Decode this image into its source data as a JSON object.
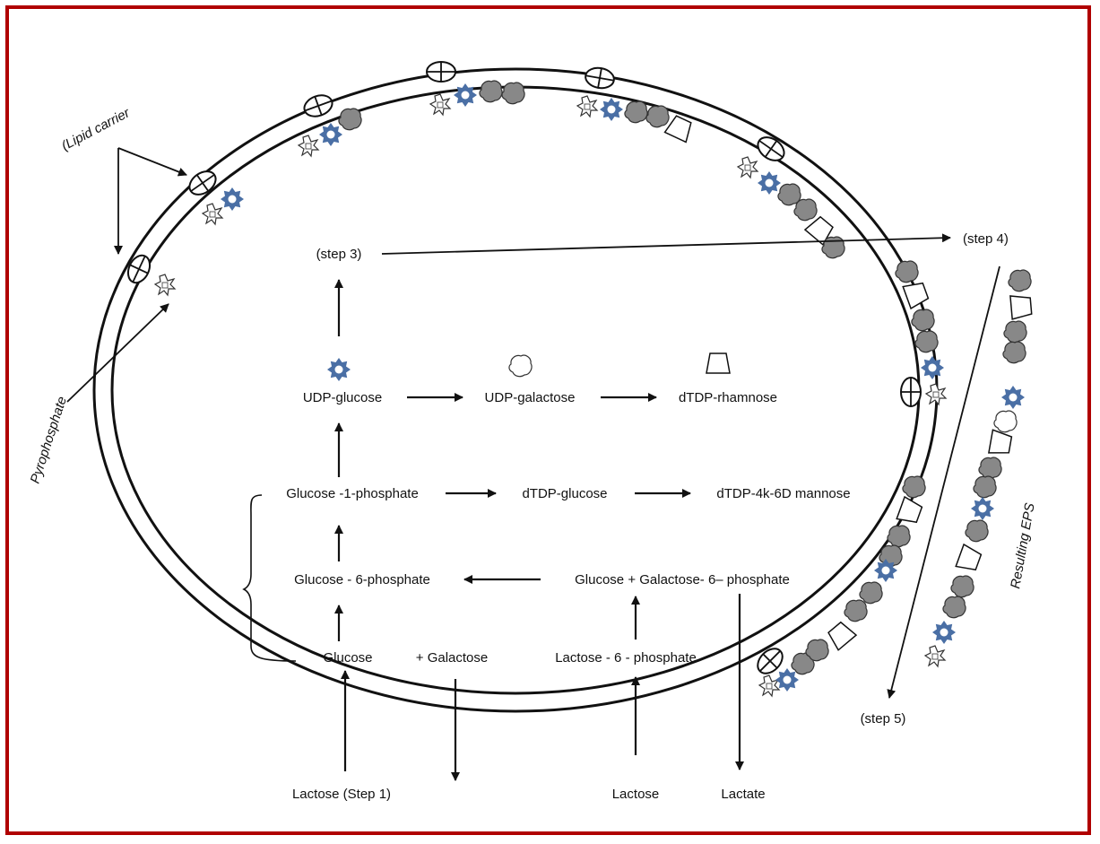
{
  "labels": {
    "lipid_carrier": "(Lipid carrier",
    "pyrophosphate": "Pyrophosphate",
    "step3": "(step 3)",
    "step4": "(step 4)",
    "step5": "(step 5)",
    "resulting_eps": "Resulting EPS",
    "udp_glucose": "UDP-glucose",
    "udp_galactose": "UDP-galactose",
    "dtdp_rhamnose": "dTDP-rhamnose",
    "glucose_1_phosphate": "Glucose -1-phosphate",
    "dtdp_glucose": "dTDP-glucose",
    "dtdp_4k6d_mannose": "dTDP-4k-6D mannose",
    "glucose_6_phosphate": "Glucose - 6-phosphate",
    "glucose_galactose_6_phosphate": "Glucose + Galactose- 6– phosphate",
    "glucose": "Glucose",
    "plus_galactose": "+ Galactose",
    "lactose_6_phosphate": "Lactose - 6 - phosphate",
    "lactose_step1": "Lactose (Step 1)",
    "lactose": "Lactose",
    "lactate": "Lactate"
  },
  "colors": {
    "frame": "#b00000",
    "glucose_star": "#4a6fa5",
    "galactose_blob": "#888888",
    "line": "#111111"
  }
}
